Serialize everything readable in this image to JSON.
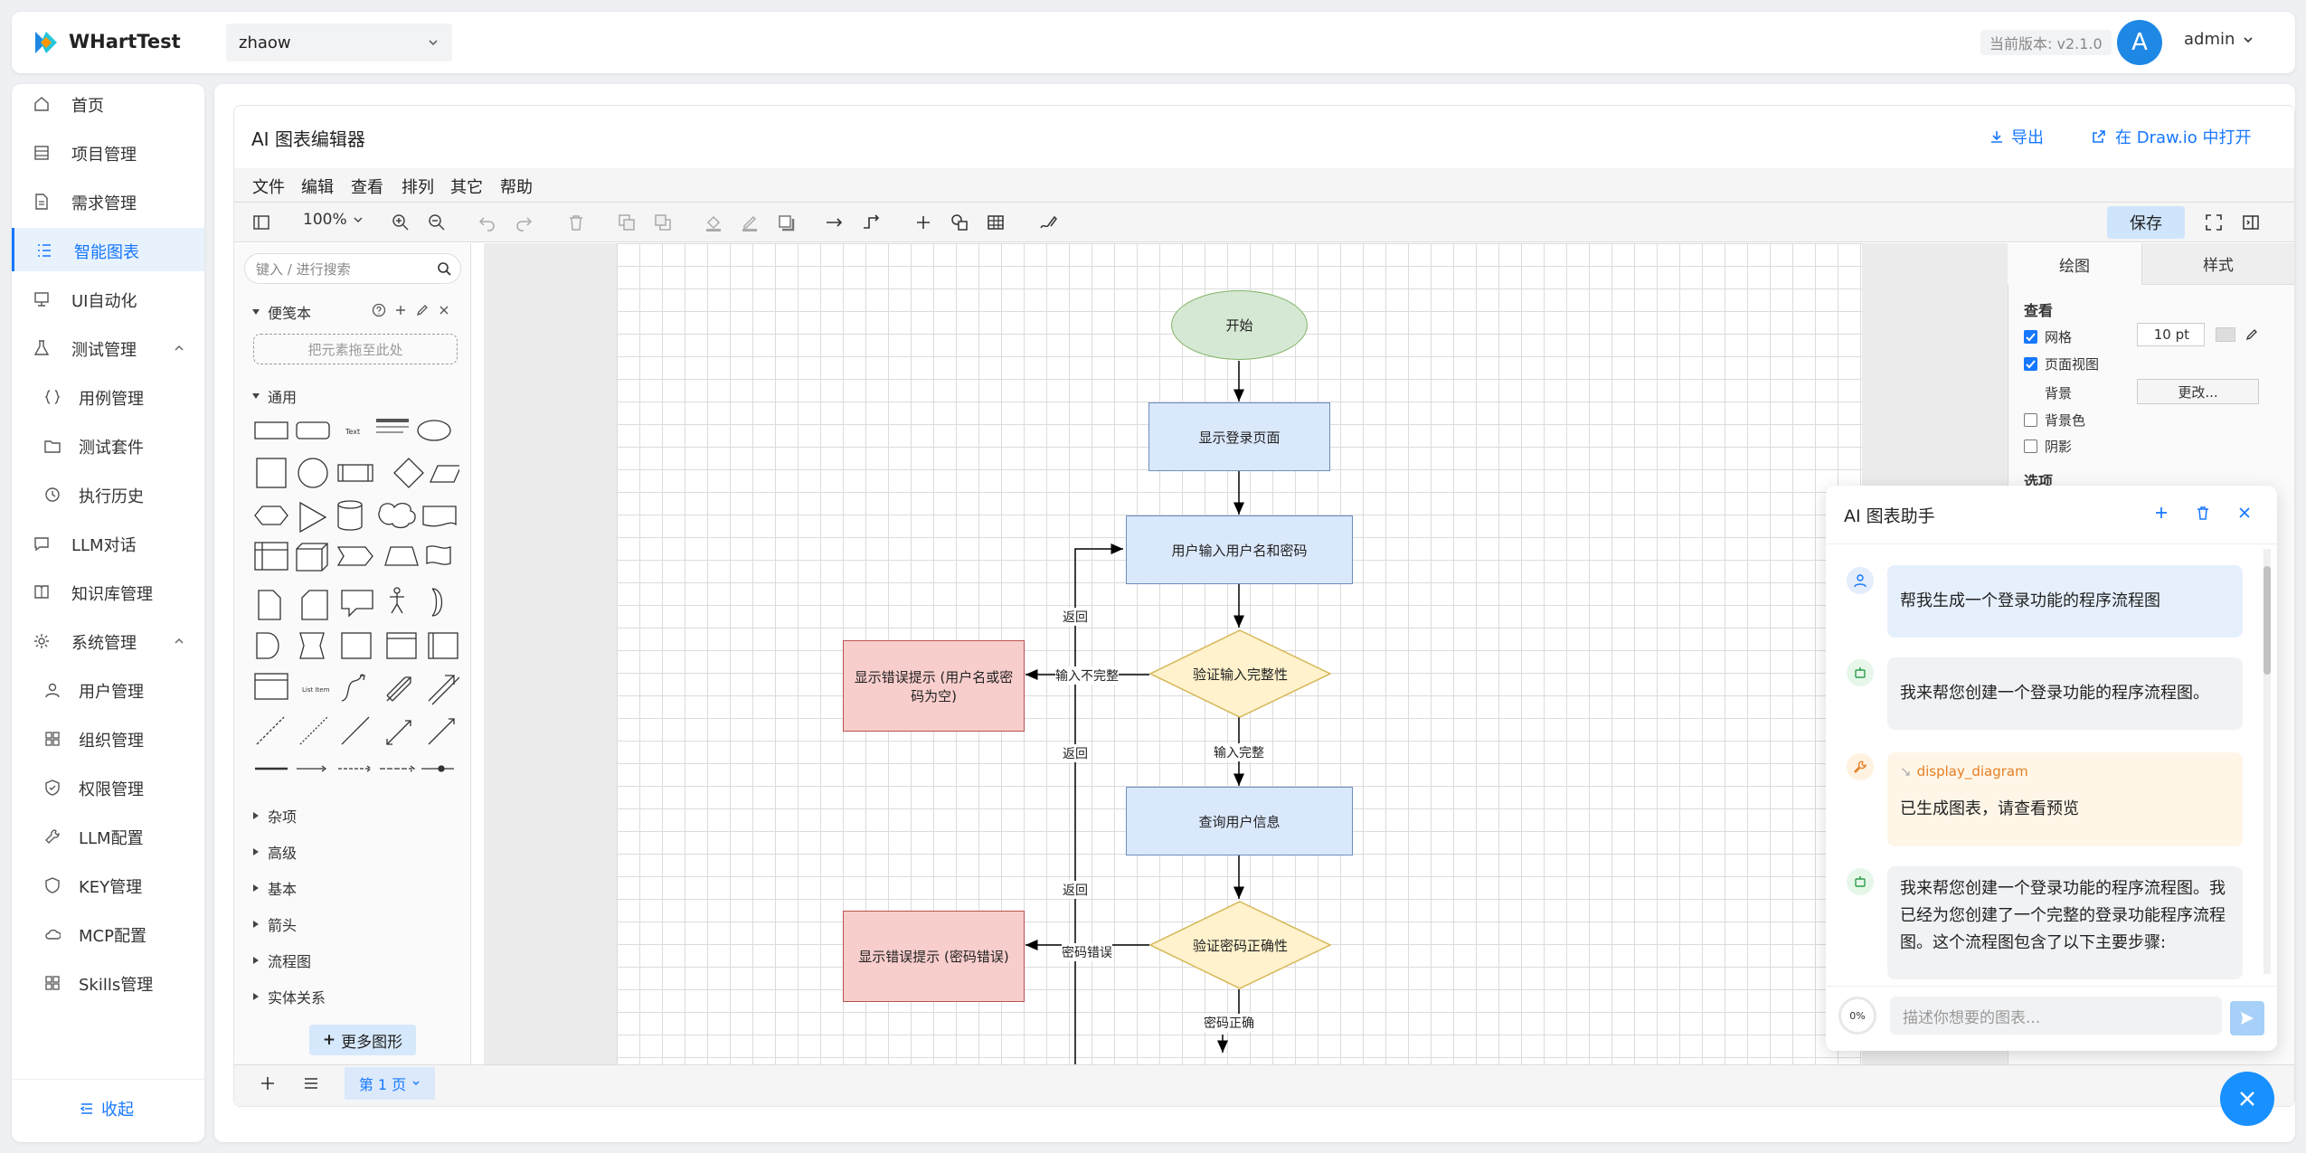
{
  "header": {
    "logo": "WHartTest",
    "project": "zhaow",
    "version": "当前版本: v2.1.0",
    "avatar": "A",
    "user": "admin"
  },
  "sidebar": {
    "items": [
      {
        "label": "首页",
        "icon": "home-icon"
      },
      {
        "label": "项目管理",
        "icon": "project-icon"
      },
      {
        "label": "需求管理",
        "icon": "document-icon"
      },
      {
        "label": "智能图表",
        "icon": "list-icon",
        "active": true
      },
      {
        "label": "UI自动化",
        "icon": "monitor-icon"
      },
      {
        "label": "测试管理",
        "icon": "flask-icon",
        "expandable": true
      },
      {
        "label": "用例管理",
        "icon": "braces-icon",
        "sub": true
      },
      {
        "label": "测试套件",
        "icon": "folder-icon",
        "sub": true
      },
      {
        "label": "执行历史",
        "icon": "history-icon",
        "sub": true
      },
      {
        "label": "LLM对话",
        "icon": "chat-icon"
      },
      {
        "label": "知识库管理",
        "icon": "book-icon"
      },
      {
        "label": "系统管理",
        "icon": "gear-icon",
        "expandable": true
      },
      {
        "label": "用户管理",
        "icon": "user-icon",
        "sub": true
      },
      {
        "label": "组织管理",
        "icon": "grid-icon",
        "sub": true
      },
      {
        "label": "权限管理",
        "icon": "shield-icon",
        "sub": true
      },
      {
        "label": "LLM配置",
        "icon": "wrench-icon",
        "sub": true
      },
      {
        "label": "KEY管理",
        "icon": "shield-key-icon",
        "sub": true
      },
      {
        "label": "MCP配置",
        "icon": "cloud-icon",
        "sub": true
      },
      {
        "label": "Skills管理",
        "icon": "apps-icon",
        "sub": true
      }
    ],
    "collapse": "收起"
  },
  "editor": {
    "title": "AI 图表编辑器",
    "export": "导出",
    "open_drawio": "在 Draw.io 中打开",
    "menu": [
      "文件",
      "编辑",
      "查看",
      "排列",
      "其它",
      "帮助"
    ],
    "zoom": "100%",
    "save": "保存",
    "search_placeholder": "键入 / 进行搜索",
    "scratchpad": "便笺本",
    "drop_here": "把元素拖至此处",
    "general": "通用",
    "categories": [
      "杂项",
      "高级",
      "基本",
      "箭头",
      "流程图",
      "实体关系"
    ],
    "more_shapes": "更多图形",
    "page_tab": "第 1 页"
  },
  "diagram": {
    "start": "开始",
    "show_login": "显示登录页面",
    "input": "用户输入用户名和密码",
    "validate_input": "验证输入完整性",
    "err_empty": "显示错误提示 (用户名或密码为空)",
    "query_user": "查询用户信息",
    "validate_pwd": "验证密码正确性",
    "err_pwd": "显示错误提示 (密码错误)",
    "lbl_back1": "返回",
    "lbl_back2": "返回",
    "lbl_back3": "返回",
    "lbl_incomplete": "输入不完整",
    "lbl_complete": "输入完整",
    "lbl_pwd_wrong": "密码错误",
    "lbl_pwd_ok": "密码正确"
  },
  "format_panel": {
    "tabs": [
      "绘图",
      "样式"
    ],
    "view": "查看",
    "grid": "网格",
    "grid_size": "10 pt",
    "page_view": "页面视图",
    "background": "背景",
    "change": "更改...",
    "bg_color": "背景色",
    "shadow": "阴影",
    "options": "选项"
  },
  "chat": {
    "title": "AI 图表助手",
    "messages": [
      {
        "role": "user",
        "text": "帮我生成一个登录功能的程序流程图"
      },
      {
        "role": "bot",
        "text": "我来帮您创建一个登录功能的程序流程图。"
      },
      {
        "role": "tool",
        "tool": "display_diagram",
        "text": "已生成图表，请查看预览"
      },
      {
        "role": "bot",
        "text": "我来帮您创建一个登录功能的程序流程图。我已经为您创建了一个完整的登录功能程序流程图。这个流程图包含了以下主要步骤:"
      }
    ],
    "progress": "0%",
    "input_placeholder": "描述你想要的图表..."
  },
  "colors": {
    "accent": "#1677ff",
    "start_fill": "#d5e8d4",
    "process_fill": "#dae8fc",
    "decision_fill": "#fff2cc",
    "error_fill": "#f8cecc"
  }
}
